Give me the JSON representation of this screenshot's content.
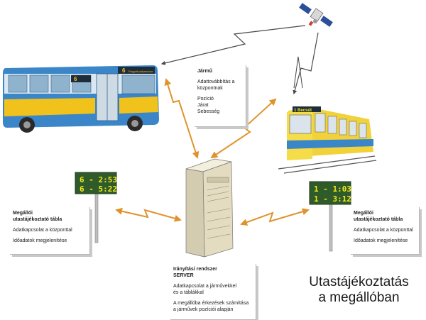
{
  "vehicle_box": {
    "title": "Jármű",
    "line1": "Adattovábbítás a",
    "line2": "központnak",
    "line3": "Pozíció",
    "line4": "Járat",
    "line5": "Sebesség"
  },
  "stop_left_box": {
    "title1": "Megállói",
    "title2": "utastájékoztató tábla",
    "line1": "Adatkapcsolat a központtal",
    "line2": "Időadatok megjelenítése"
  },
  "stop_right_box": {
    "title1": "Megállói",
    "title2": "utastájékoztató tábla",
    "line1": "Adatkapcsolat a központtal",
    "line2": "Időadatok megjelenítése"
  },
  "server_box": {
    "title1": "Irányítási rendszer",
    "title2": "SERVER",
    "line1": "Adatkapcsolat a járművekkel",
    "line2": "és a táblákkal",
    "line3": "A megállóba érkezések számítása",
    "line4": "a járművek pozíciói alapján"
  },
  "board_left": {
    "row1": "6 - 2:53",
    "row2": "6 - 5:22"
  },
  "board_right": {
    "row1": "1 - 1:03",
    "row2": "1 - 3:12"
  },
  "bus": {
    "route_number": "6",
    "destination": "Rogyali pályaudvar",
    "route_number_front": "6"
  },
  "tram": {
    "destination": "1 Becsút"
  },
  "title": {
    "line1": "Utastájékoztatás",
    "line2": "a megállóban"
  },
  "colors": {
    "bus_blue": "#3a86c8",
    "bus_yellow": "#f2c21c",
    "board_green": "#2f5a2a",
    "arrow_orange": "#e0932c",
    "link_line": "#4a4a4a"
  }
}
